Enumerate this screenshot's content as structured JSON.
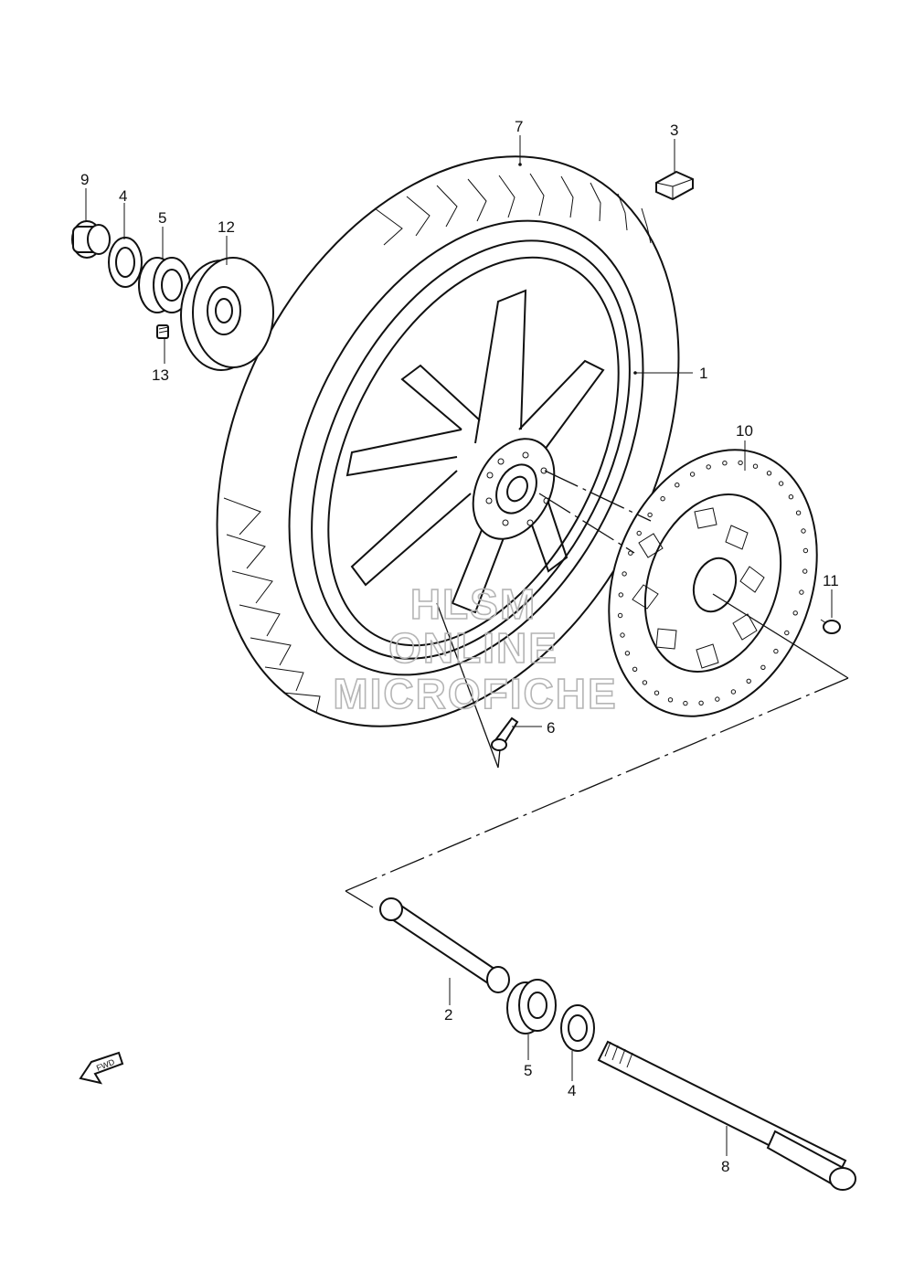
{
  "diagram": {
    "callouts": {
      "c1": "1",
      "c2": "2",
      "c3": "3",
      "c4a": "4",
      "c4b": "4",
      "c5a": "5",
      "c5b": "5",
      "c6": "6",
      "c7": "7",
      "c8": "8",
      "c9": "9",
      "c10": "10",
      "c11": "11",
      "c12": "12",
      "c13": "13"
    },
    "fwd_label": "FWD",
    "watermark": {
      "line1": "HLSM",
      "line2": "ONLINE",
      "line3": "MICROFICHE"
    }
  }
}
